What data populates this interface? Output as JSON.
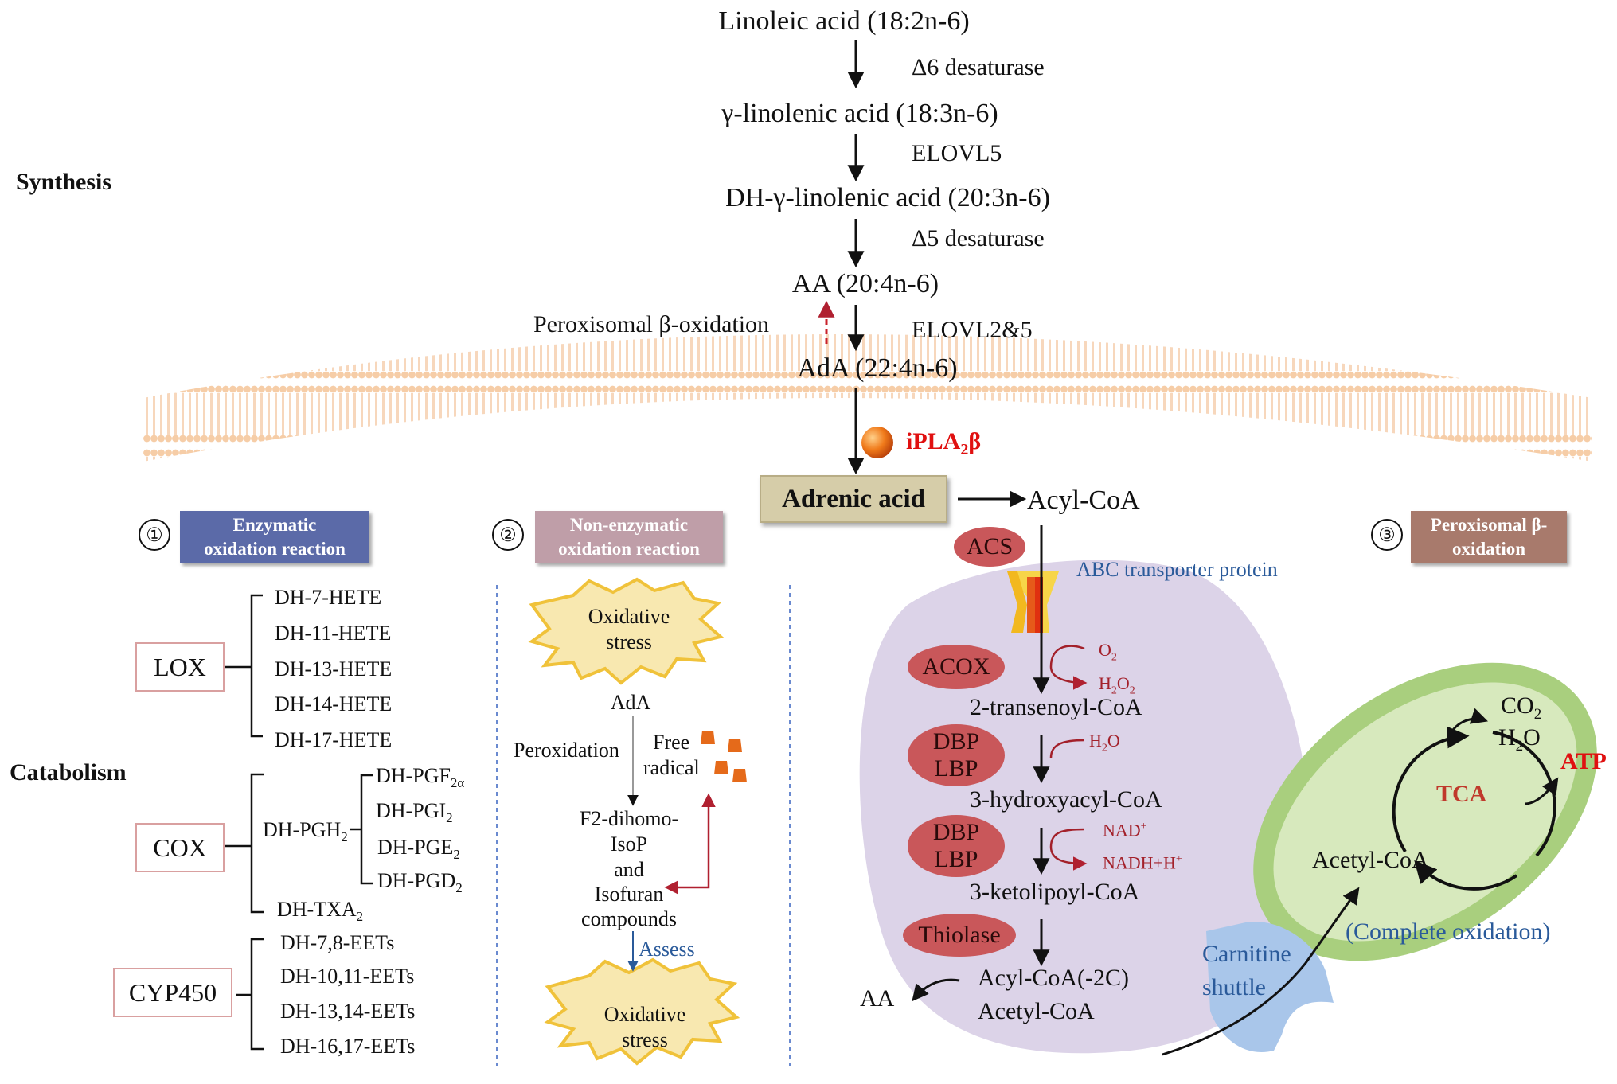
{
  "synthesis_label": "Synthesis",
  "catabolism_label": "Catabolism",
  "pathway": {
    "linoleic": "Linoleic acid (18:2n-6)",
    "d6": "Δ6 desaturase",
    "gla": "γ-linolenic acid (18:3n-6)",
    "elovl5": "ELOVL5",
    "dgla": "DH-γ-linolenic acid (20:3n-6)",
    "d5": "Δ5 desaturase",
    "aa": "AA (20:4n-6)",
    "perox": "Peroxisomal β-oxidation",
    "elovl25": "ELOVL2&5",
    "ada": "AdA (22:4n-6)"
  },
  "ipla2": {
    "main": "iPLA",
    "sub": "2",
    "tail": "β"
  },
  "adrenic_acid": "Adrenic acid",
  "acyl_coa": "Acyl-CoA",
  "section1": {
    "num": "①",
    "title_l1": "Enzymatic",
    "title_l2": "oxidation reaction"
  },
  "section2": {
    "num": "②",
    "title_l1": "Non-enzymatic",
    "title_l2": "oxidation reaction"
  },
  "section3": {
    "num": "③",
    "title_l1": "Peroxisomal β-",
    "title_l2": "oxidation"
  },
  "lox": {
    "label": "LOX",
    "items": [
      "DH-7-HETE",
      "DH-11-HETE",
      "DH-13-HETE",
      "DH-14-HETE",
      "DH-17-HETE"
    ]
  },
  "cox": {
    "label": "COX",
    "pgh": {
      "main": "DH-PGH",
      "sub": "2"
    },
    "pg": [
      {
        "main": "DH-PGF",
        "sub": "2α"
      },
      {
        "main": "DH-PGI",
        "sub": "2"
      },
      {
        "main": "DH-PGE",
        "sub": "2"
      },
      {
        "main": "DH-PGD",
        "sub": "2"
      }
    ],
    "txa": {
      "main": "DH-TXA",
      "sub": "2"
    }
  },
  "cyp": {
    "label": "CYP450",
    "items": [
      "DH-7,8-EETs",
      "DH-10,11-EETs",
      "DH-13,14-EETs",
      "DH-16,17-EETs"
    ]
  },
  "nonenz": {
    "oxidative1_l1": "Oxidative",
    "oxidative1_l2": "stress",
    "ada": "AdA",
    "peroxidation": "Peroxidation",
    "free": "Free",
    "radical": "radical",
    "f2_l1": "F2-dihomo-",
    "f2_l2": "IsoP",
    "f2_l3": "and",
    "f2_l4": "Isofuran",
    "f2_l5": "compounds",
    "assess": "Assess",
    "oxidative2_l1": "Oxidative",
    "oxidative2_l2": "stress"
  },
  "perox": {
    "acs": "ACS",
    "abc": "ABC transporter protein",
    "acox": "ACOX",
    "o2": {
      "main": "O",
      "sub": "2"
    },
    "h2o2": {
      "a": "H",
      "b": "2",
      "c": "O",
      "d": "2"
    },
    "transenoyl": "2-transenoyl-CoA",
    "dbp": "DBP",
    "lbp": "LBP",
    "h2o": {
      "a": "H",
      "b": "2",
      "c": "O"
    },
    "hydroxyacyl": "3-hydroxyacyl-CoA",
    "nad": {
      "main": "NAD",
      "sup": "+"
    },
    "nadh": {
      "main": "NADH+H",
      "sup": "+"
    },
    "ketolipoyl": "3-ketolipoyl-CoA",
    "thiolase": "Thiolase",
    "acyl2c": "Acyl-CoA(-2C)",
    "acetyl": "Acetyl-CoA",
    "aa": "AA"
  },
  "mito": {
    "carnitine_l1": "Carnitine",
    "carnitine_l2": "shuttle",
    "co2": {
      "main": "CO",
      "sub": "2"
    },
    "h2o": {
      "a": "H",
      "b": "2",
      "c": "O"
    },
    "atp": "ATP",
    "tca": "TCA",
    "acetyl": "Acetyl-CoA",
    "complete": "(Complete oxidation)"
  },
  "colors": {
    "section1": "#5b6aa8",
    "section2": "#bf9ea8",
    "section3": "#a87a6c",
    "enzyme": "#c9575a",
    "peroxisome": "#dcd3e8",
    "mitochondrion": "#a9cf7e",
    "shuttle": "#a9c6ea",
    "accent_red": "#e01010"
  }
}
